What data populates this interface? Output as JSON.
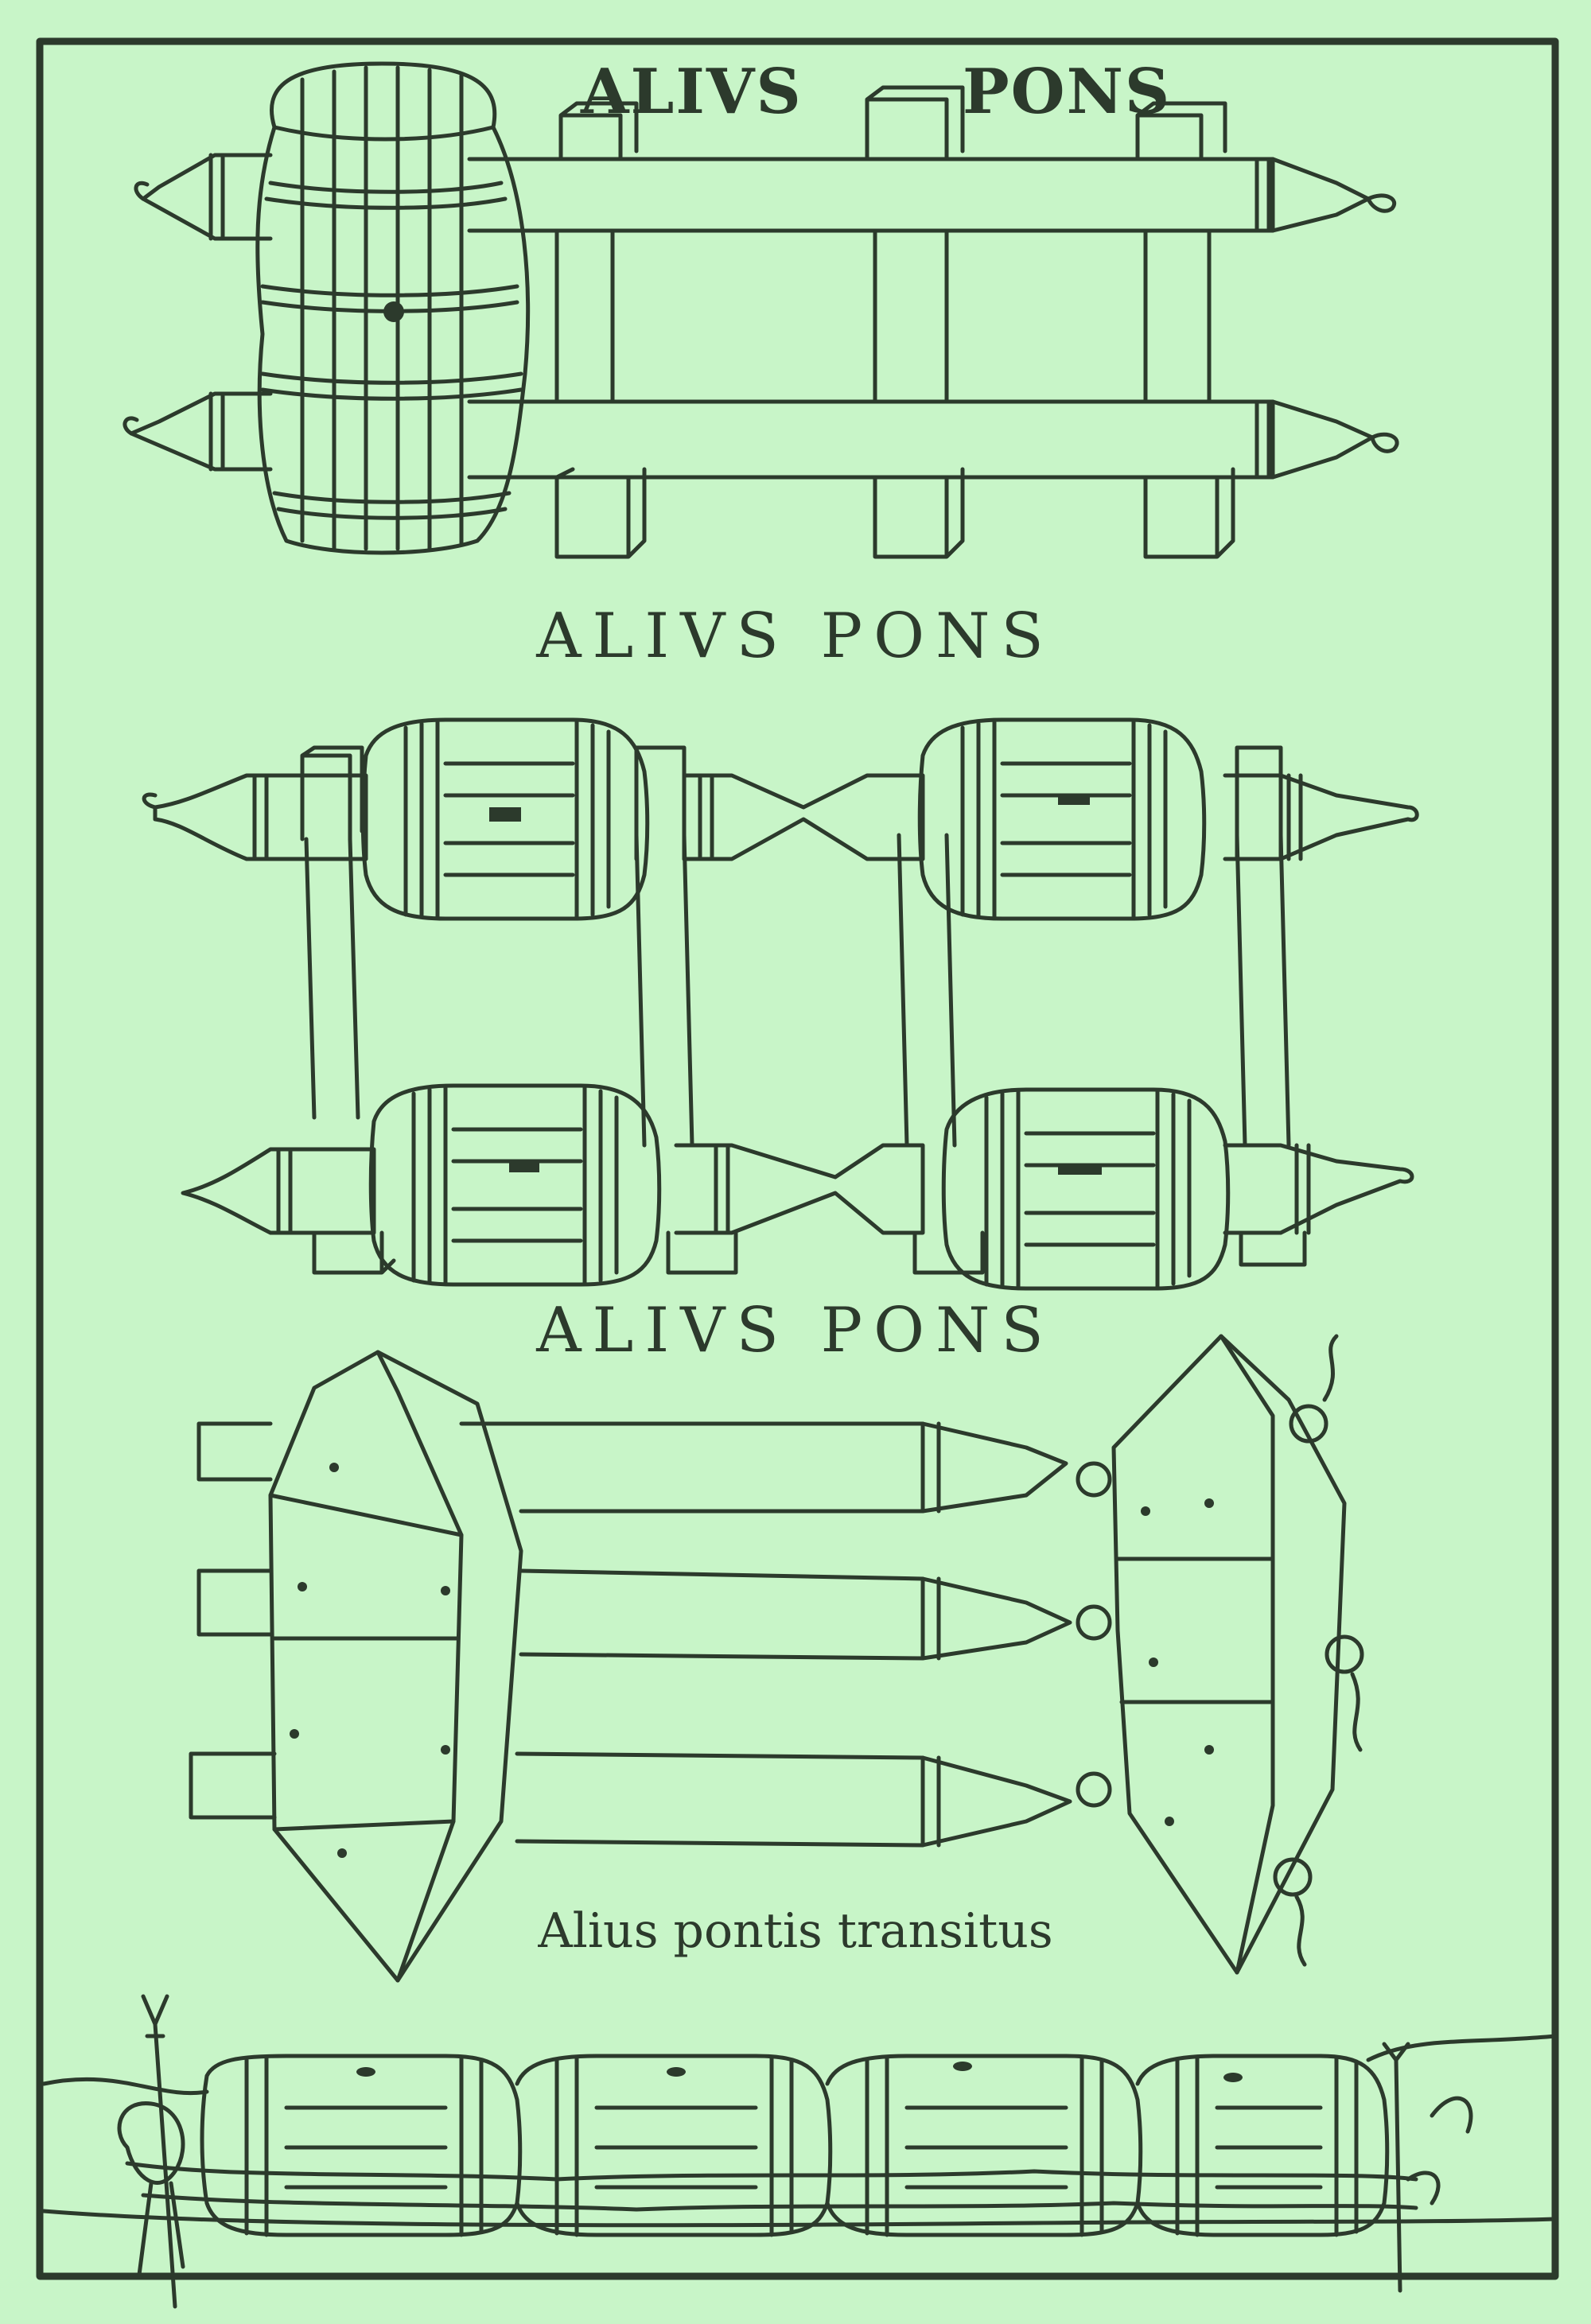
{
  "captions": {
    "top_left": "ALIVS",
    "top_right": "PONS",
    "second": "ALIVS PONS",
    "third": "ALIVS PONS",
    "fourth": "Alius pontis transitus"
  },
  "colors": {
    "background": "#c8f5c8",
    "ink": "#2c3a2c"
  }
}
